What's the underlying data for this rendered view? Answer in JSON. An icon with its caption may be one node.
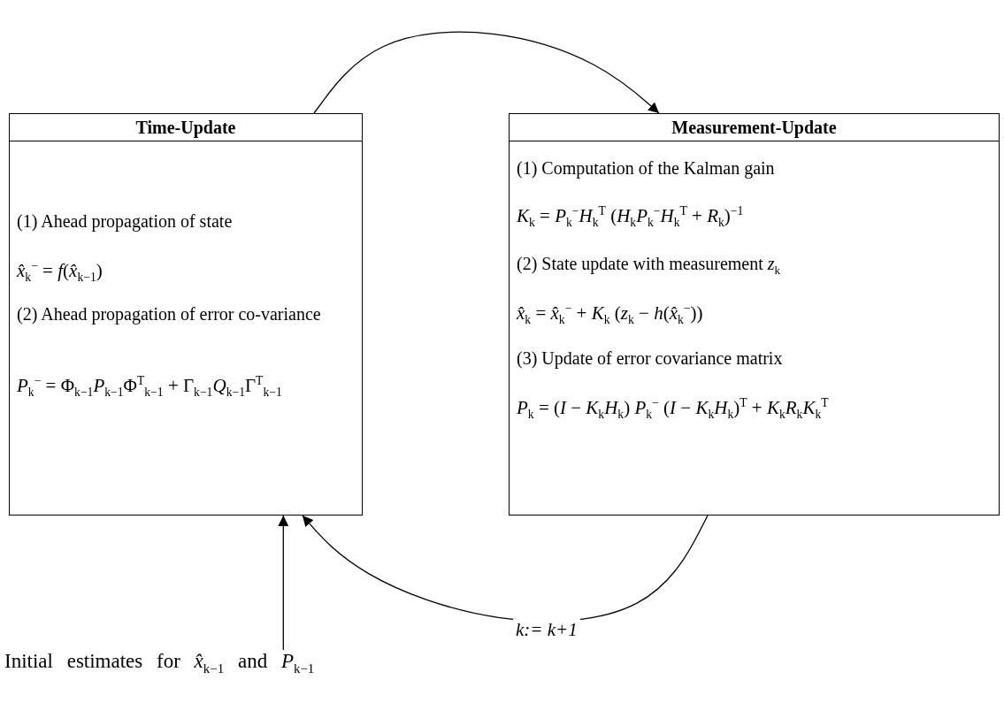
{
  "diagram": {
    "nodes": [
      {
        "text": [
          "Time-Update",
          "(1) Ahead propagation of state",
          "*x̂*$_{k}$$^{−}$ = *f*(*x̂*$_{k−1}$)",
          "(2) Ahead propagation of error co-variance",
          "*P*$_{k}$$^{−}$ = Φ$_{k−1}$*P*$_{k−1}$Φ$^{T}$$_{k−1}$ + Γ$_{k−1}$*Q*$_{k−1}$Γ$^{T}$$_{k−1}$"
        ]
      },
      {
        "text": [
          "Measurement-Update",
          "(1) Computation of the Kalman gain",
          "*K*$_{k}$ = *P*$_{k}$$^{−}$*H*$_{k}$$^{T}$ (*H*$_{k}$*P*$_{k}$$^{−}$*H*$_{k}$$^{T}$ + *R*$_{k}$)$^{−1}$",
          "(2) State update with measurement *z*$_{k}$",
          "*x̂*$_{k}$ = *x̂*$_{k}$$^{−}$ + *K*$_{k}$ (*z*$_{k}$ − *h*(*x̂*$_{k}$$^{−}$))",
          "(3) Update of error covariance matrix",
          "*P*$_{k}$ = (*I* − *K*$_{k}$*H*$_{k}$) *P*$_{k}$$^{−}$ (*I* − *K*$_{k}$*H*$_{k}$)$^{T}$ + *K*$_{k}$*R*$_{k}$*K*$_{k}$$^{T}$"
        ]
      },
      {
        "text": [
          "Initial estimates for *x̂*$_{k−1}$ and *P*$_{k−1}$"
        ]
      }
    ],
    "edges": [
      {
        "from": 0,
        "to": 1,
        "arrow": "to"
      },
      {
        "from": 1,
        "to": 0,
        "arrow": "to",
        "label": "k:= k+1"
      },
      {
        "from": 2,
        "to": 0,
        "arrow": "to"
      }
    ]
  }
}
